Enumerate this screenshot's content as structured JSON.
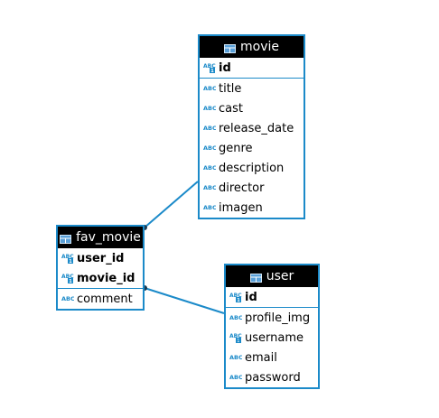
{
  "colors": {
    "accent": "#1b8ac9",
    "header_bg": "#000000",
    "header_text": "#ffffff"
  },
  "tables": {
    "movie": {
      "name": "movie",
      "pk": [
        {
          "name": "id",
          "icon": "key-text-column-icon"
        }
      ],
      "columns": [
        {
          "name": "title",
          "icon": "text-column-icon"
        },
        {
          "name": "cast",
          "icon": "text-column-icon"
        },
        {
          "name": "release_date",
          "icon": "text-column-icon"
        },
        {
          "name": "genre",
          "icon": "text-column-icon"
        },
        {
          "name": "description",
          "icon": "text-column-icon"
        },
        {
          "name": "director",
          "icon": "text-column-icon"
        },
        {
          "name": "imagen",
          "icon": "text-column-icon"
        }
      ]
    },
    "fav_movie": {
      "name": "fav_movie",
      "pk": [
        {
          "name": "user_id",
          "icon": "key-text-column-icon"
        },
        {
          "name": "movie_id",
          "icon": "key-text-column-icon"
        }
      ],
      "columns": [
        {
          "name": "comment",
          "icon": "text-column-icon"
        }
      ]
    },
    "user": {
      "name": "user",
      "pk": [
        {
          "name": "id",
          "icon": "key-text-column-icon"
        }
      ],
      "columns": [
        {
          "name": "profile_img",
          "icon": "text-column-icon"
        },
        {
          "name": "username",
          "icon": "key-text-column-icon"
        },
        {
          "name": "email",
          "icon": "text-column-icon"
        },
        {
          "name": "password",
          "icon": "text-column-icon"
        }
      ]
    }
  }
}
